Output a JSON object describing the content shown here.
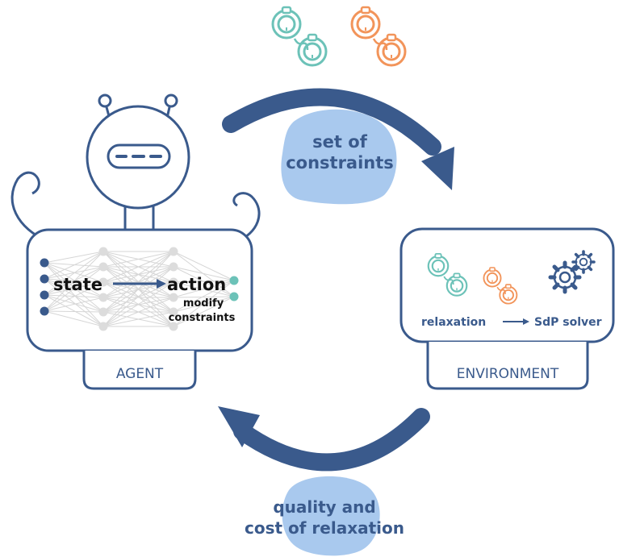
{
  "colors": {
    "navy": "#3a5a8c",
    "teal": "#6cc2b8",
    "orange": "#f2945a",
    "blob": "#a9c9ee",
    "net": "#d6d6d6"
  },
  "icons": [
    "handcuffs-icon",
    "gear-icon",
    "robot-icon",
    "neural-network-icon"
  ],
  "top_label": {
    "line1": "set of",
    "line2": "constraints"
  },
  "bottom_label": {
    "line1": "quality and",
    "line2": "cost of relaxation"
  },
  "agent": {
    "label": "AGENT",
    "state": "state",
    "action": "action",
    "action_sub1": "modify",
    "action_sub2": "constraints"
  },
  "environment": {
    "label": "ENVIRONMENT",
    "relaxation": "relaxation",
    "solver": "SdP solver"
  }
}
